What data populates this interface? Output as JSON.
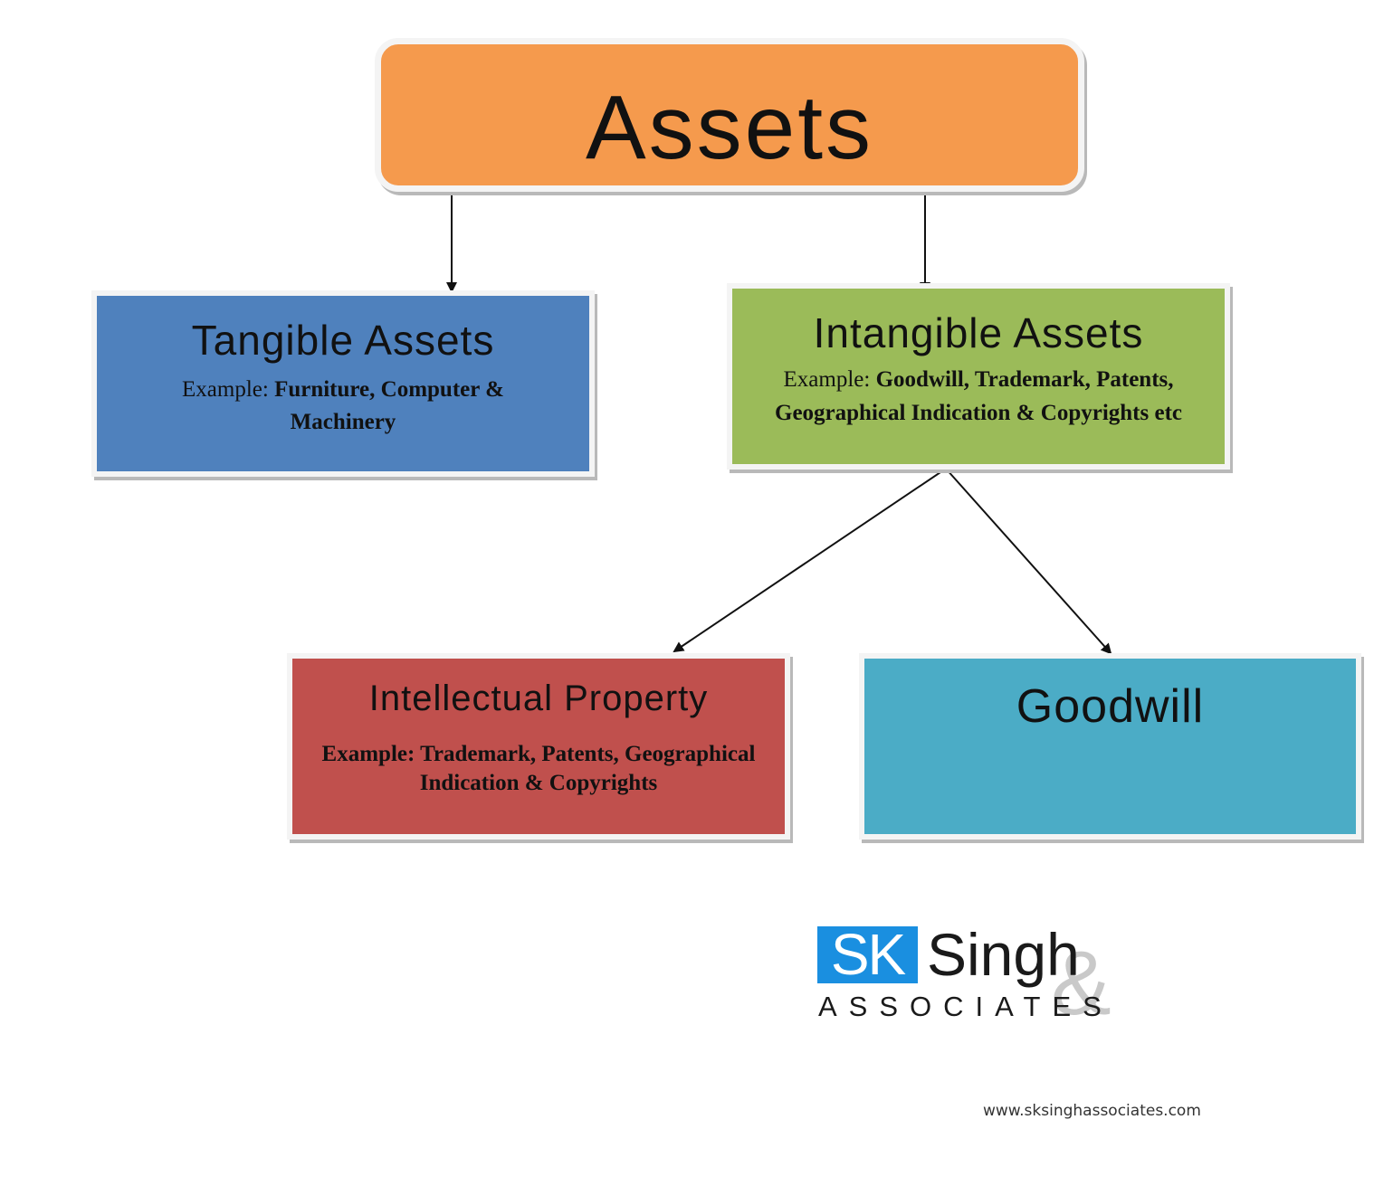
{
  "diagram": {
    "root": {
      "title": "Assets",
      "color": "#f59a4d"
    },
    "tangible": {
      "title": "Tangible Assets",
      "example_prefix": "Example: ",
      "example_bold": "Furniture, Computer & Machinery",
      "color": "#4f81bd"
    },
    "intangible": {
      "title": "Intangible Assets",
      "example_prefix": "Example: ",
      "example_bold": "Goodwill, Trademark, Patents, Geographical Indication  & Copyrights etc",
      "color": "#9bbb59"
    },
    "intellectual_property": {
      "title": "Intellectual Property",
      "example": "Example: Trademark, Patents, Geographical Indication  & Copyrights",
      "color": "#c0504d"
    },
    "goodwill": {
      "title": "Goodwill",
      "color": "#4bacc6"
    },
    "edges": [
      {
        "from": "Assets",
        "to": "Tangible Assets"
      },
      {
        "from": "Assets",
        "to": "Intangible Assets"
      },
      {
        "from": "Intangible Assets",
        "to": "Intellectual Property"
      },
      {
        "from": "Intangible Assets",
        "to": "Goodwill"
      }
    ]
  },
  "logo": {
    "sk": "SK",
    "singh": "Singh",
    "ampersand": "&",
    "associates": "ASSOCIATES",
    "sk_color": "#1a8fe0"
  },
  "website": "www.sksinghassociates.com"
}
